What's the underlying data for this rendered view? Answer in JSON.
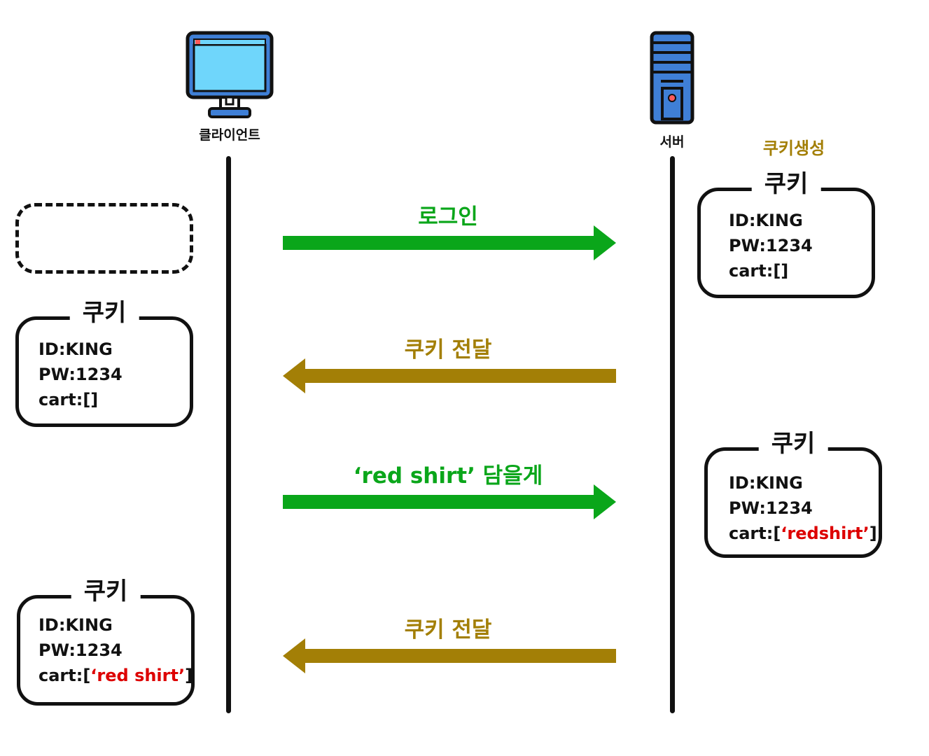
{
  "actors": {
    "client_label": "클라이언트",
    "server_label": "서버"
  },
  "server_note": "쿠키생성",
  "messages": [
    {
      "label": "로그인",
      "direction": "to-server",
      "color": "#0aa61a"
    },
    {
      "label": "쿠키 전달",
      "direction": "to-client",
      "color": "#a37f06"
    },
    {
      "label": "‘red shirt’ 담을게",
      "direction": "to-server",
      "color": "#0aa61a"
    },
    {
      "label": "쿠키 전달",
      "direction": "to-client",
      "color": "#a37f06"
    }
  ],
  "cookies": {
    "server_1": {
      "title": "쿠키",
      "id": "ID:KING",
      "pw": "PW:1234",
      "cart_prefix": "cart:[",
      "cart_value": "",
      "cart_suffix": "]"
    },
    "client_1": {
      "title": "쿠키",
      "id": "ID:KING",
      "pw": "PW:1234",
      "cart_prefix": "cart:[",
      "cart_value": "",
      "cart_suffix": "]"
    },
    "server_2": {
      "title": "쿠키",
      "id": "ID:KING",
      "pw": "PW:1234",
      "cart_prefix": "cart:[",
      "cart_value": "‘redshirt’",
      "cart_suffix": "]"
    },
    "client_2": {
      "title": "쿠키",
      "id": "ID:KING",
      "pw": "PW:1234",
      "cart_prefix": "cart:[",
      "cart_value": "‘red shirt’",
      "cart_suffix": "]"
    }
  },
  "colors": {
    "request": "#0aa61a",
    "response": "#a37f06",
    "highlight": "#dd0000",
    "monitor_screen": "#6fd6fb",
    "server_body": "#3f7fd6"
  },
  "icons": {
    "client": "monitor-icon",
    "server": "server-tower-icon"
  }
}
